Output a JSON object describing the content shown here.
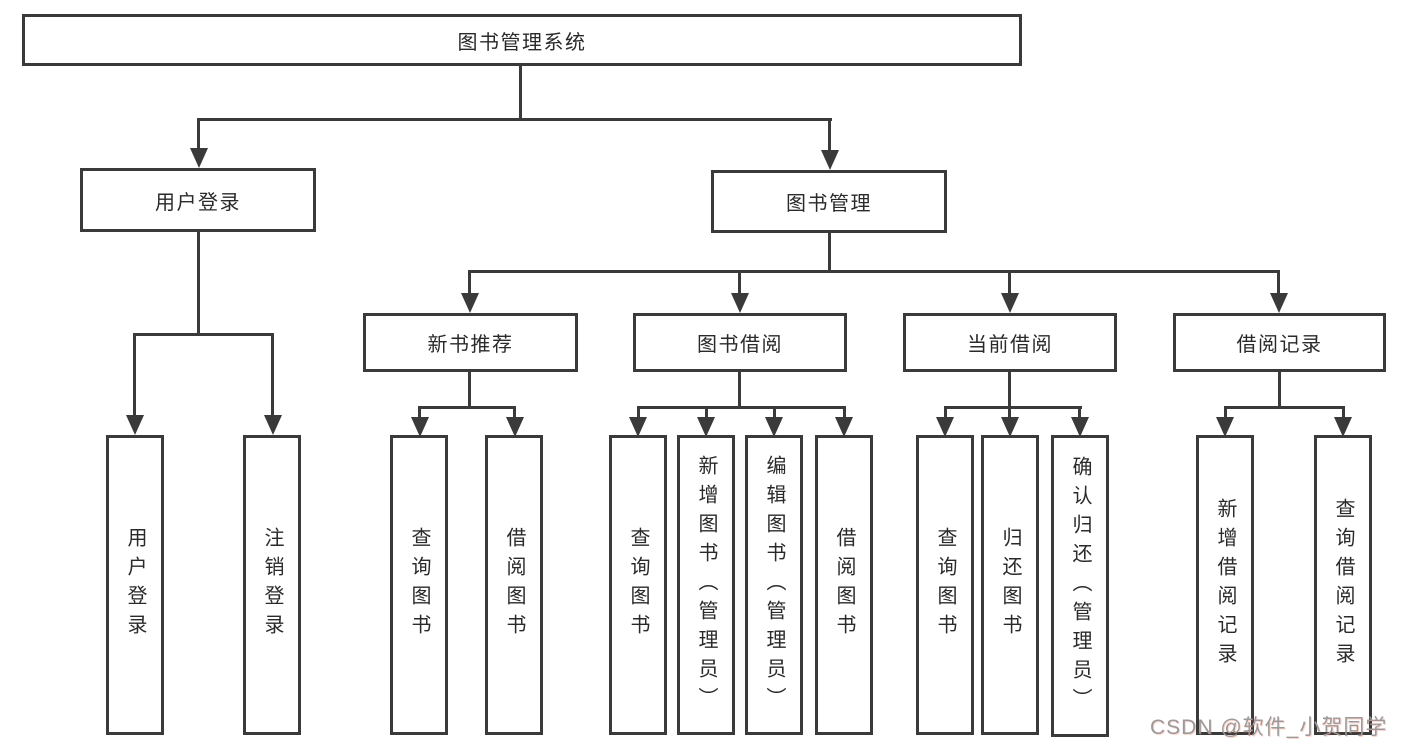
{
  "diagram": {
    "root": {
      "label": "图书管理系统"
    },
    "level2": [
      {
        "label": "用户登录"
      },
      {
        "label": "图书管理"
      }
    ],
    "level3": [
      {
        "label": "新书推荐"
      },
      {
        "label": "图书借阅"
      },
      {
        "label": "当前借阅"
      },
      {
        "label": "借阅记录"
      }
    ],
    "level4": [
      {
        "label": "用户登录"
      },
      {
        "label": "注销登录"
      },
      {
        "label": "查询图书"
      },
      {
        "label": "借阅图书"
      },
      {
        "label": "查询图书"
      },
      {
        "label": "新增图书（管理员）"
      },
      {
        "label": "编辑图书（管理员）"
      },
      {
        "label": "借阅图书"
      },
      {
        "label": "查询图书"
      },
      {
        "label": "归还图书"
      },
      {
        "label": "确认归还（管理员）"
      },
      {
        "label": "新增借阅记录"
      },
      {
        "label": "查询借阅记录"
      }
    ]
  },
  "watermark": {
    "text": "CSDN @软件_小贺同学"
  },
  "colors": {
    "line": "#3a3a3a",
    "box_border": "#3a3a3a",
    "text": "#2a2a2a",
    "background": "#ffffff",
    "watermark": "#9a9a9a"
  }
}
